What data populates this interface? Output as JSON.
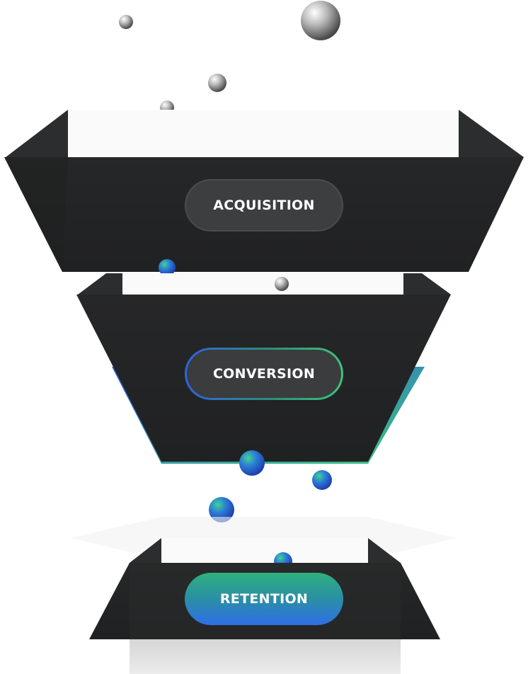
{
  "stages": [
    {
      "label": "ACQUISITION"
    },
    {
      "label": "CONVERSION"
    },
    {
      "label": "RETENTION"
    }
  ],
  "colors": {
    "funnel_dark": "#232425",
    "funnel_side": "#2c2d2e",
    "pill_gray": "#3c3e3f",
    "accent_blue": "#2f6ee6",
    "accent_green": "#3cc47c",
    "ball_gray": "#9a9a9a"
  }
}
